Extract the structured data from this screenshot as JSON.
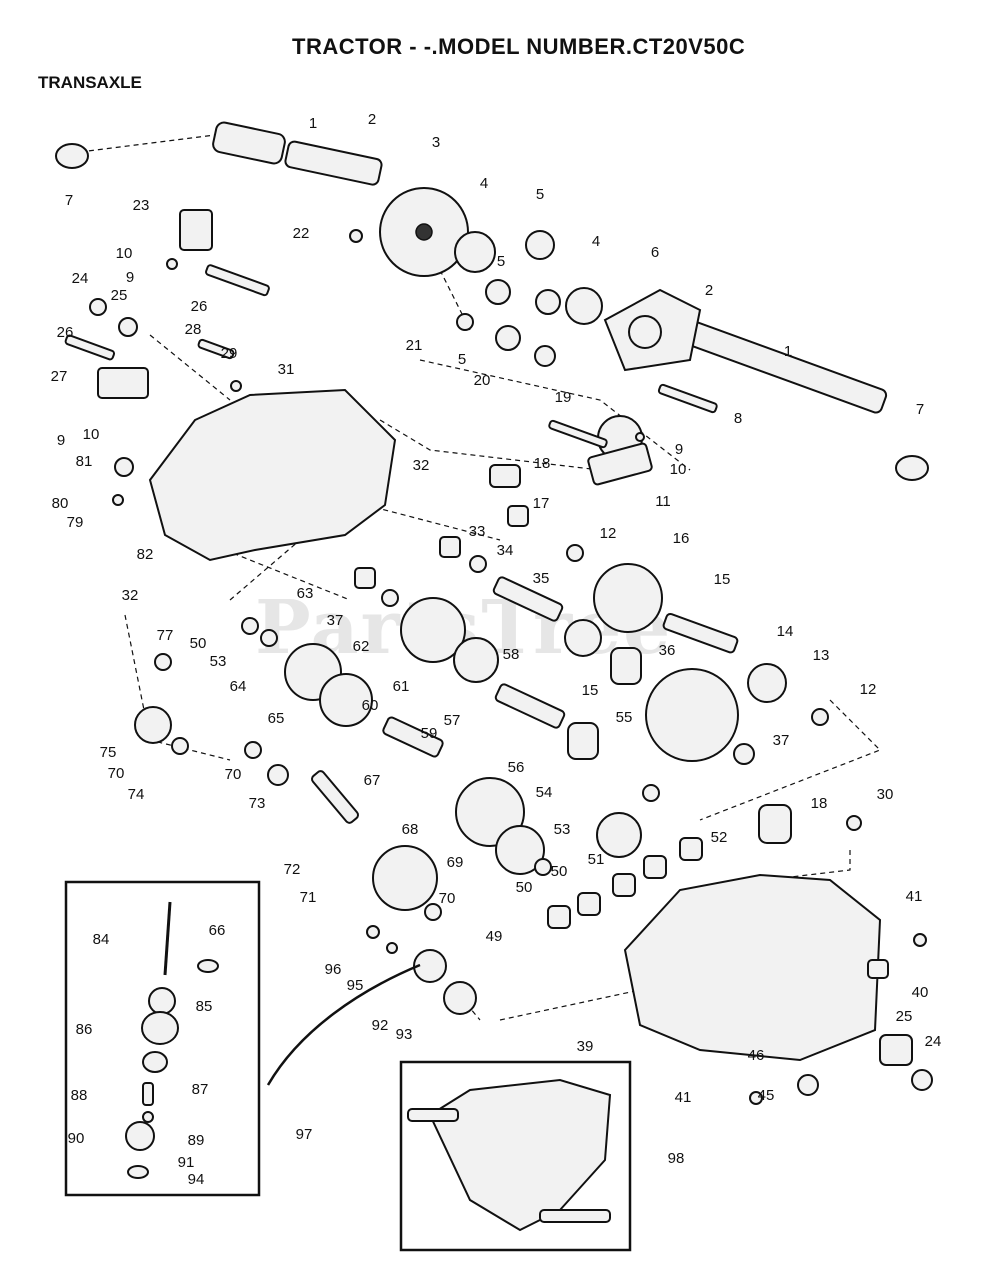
{
  "header": {
    "title": "TRACTOR - -.MODEL NUMBER.CT20V50C",
    "subtitle": "TRANSAXLE"
  },
  "watermark": "PartsTree",
  "labels": [
    "1",
    "2",
    "3",
    "4",
    "5",
    "6",
    "7",
    "8",
    "9",
    "10",
    "11",
    "12",
    "13",
    "14",
    "15",
    "16",
    "17",
    "18",
    "19",
    "20",
    "21",
    "22",
    "23",
    "24",
    "25",
    "26",
    "27",
    "28",
    "29",
    "30",
    "31",
    "32",
    "33",
    "34",
    "35",
    "36",
    "37",
    "39",
    "40",
    "41",
    "45",
    "46",
    "49",
    "50",
    "51",
    "52",
    "53",
    "54",
    "55",
    "56",
    "57",
    "58",
    "59",
    "60",
    "61",
    "62",
    "63",
    "64",
    "65",
    "66",
    "67",
    "68",
    "69",
    "70",
    "71",
    "72",
    "73",
    "74",
    "75",
    "77",
    "79",
    "80",
    "81",
    "82",
    "84",
    "85",
    "86",
    "87",
    "88",
    "89",
    "90",
    "91",
    "92",
    "93",
    "94",
    "95",
    "96",
    "97",
    "98"
  ]
}
